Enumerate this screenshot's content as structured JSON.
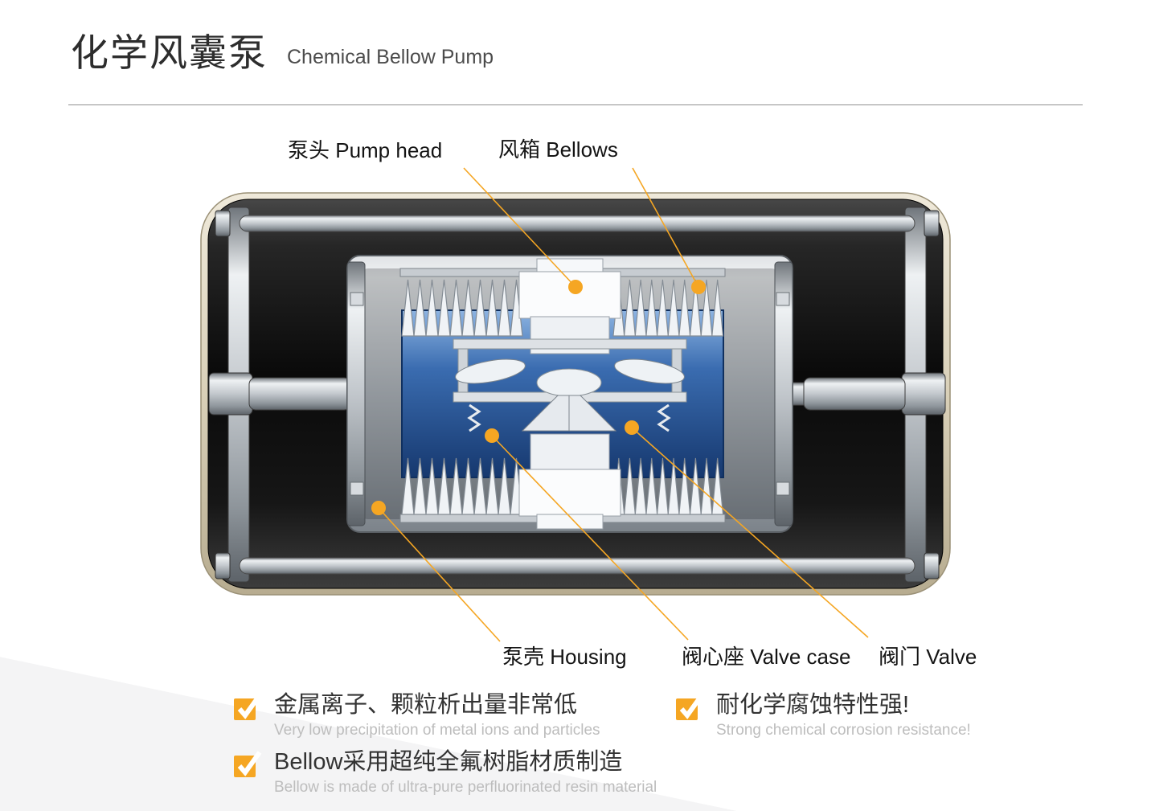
{
  "header": {
    "title_zh": "化学风囊泵",
    "title_en": "Chemical Bellow Pump"
  },
  "diagram": {
    "labels": {
      "pump_head": "泵头 Pump head",
      "bellows": "风箱 Bellows",
      "housing": "泵壳 Housing",
      "valve_case": "阀心座 Valve case",
      "valve": "阀门 Valve"
    }
  },
  "features": [
    {
      "zh": "金属离子、颗粒析出量非常低",
      "en": "Very low precipitation of metal ions and particles"
    },
    {
      "zh": "耐化学腐蚀特性强!",
      "en": "Strong chemical corrosion resistance!"
    },
    {
      "zh": "Bellow采用超纯全氟树脂材质制造",
      "en": "Bellow is made of ultra-pure perfluorinated resin material"
    }
  ],
  "colors": {
    "accent": "#F5A623",
    "chamber_blue": "#2F62A8",
    "shell_cream": "#D9D0B8",
    "body_dark": "#0A0A0A"
  }
}
